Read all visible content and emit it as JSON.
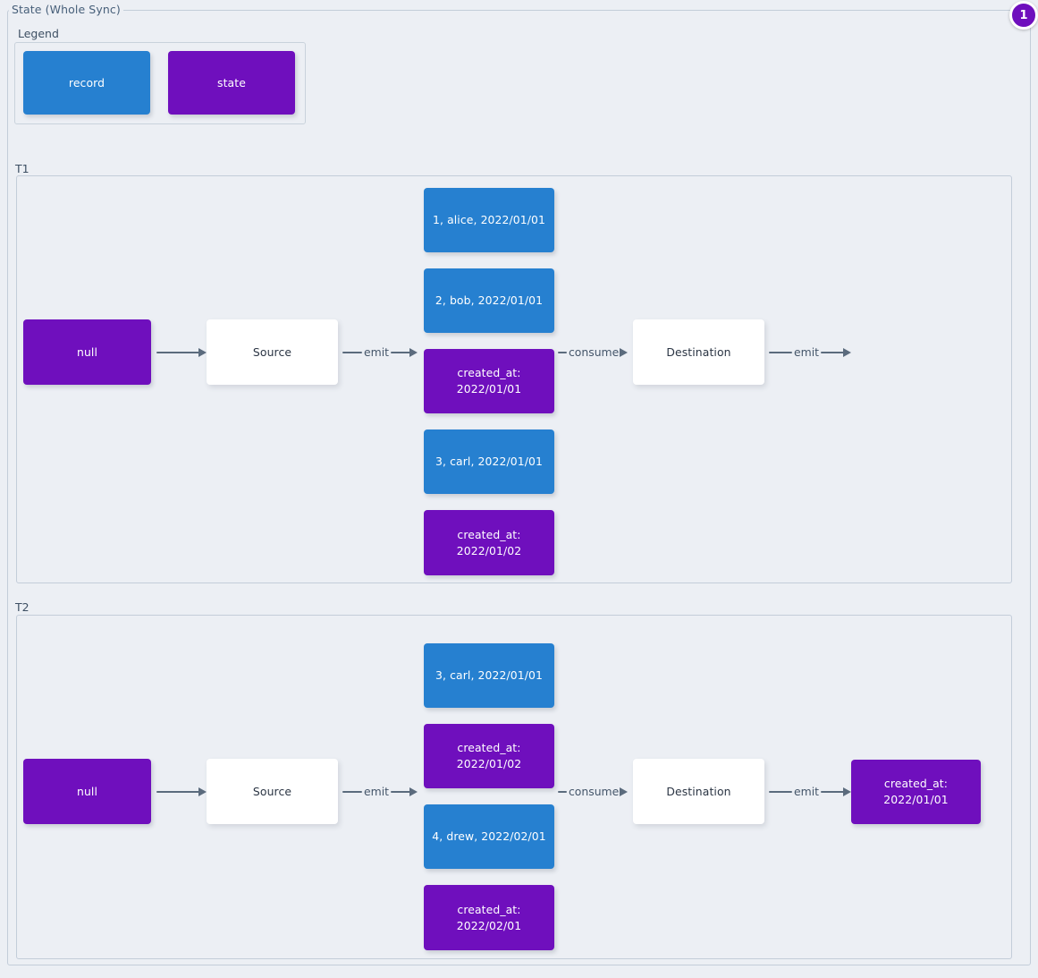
{
  "frame": {
    "title": "State (Whole Sync)"
  },
  "badge": {
    "value": "1",
    "color": "#6f0fbd"
  },
  "legend": {
    "title": "Legend",
    "items": [
      {
        "label": "record",
        "kind": "record",
        "color": "#2680d0"
      },
      {
        "label": "state",
        "kind": "state",
        "color": "#6f0fbd"
      }
    ]
  },
  "sections": [
    {
      "title": "T1",
      "nodes": {
        "state_in": "null",
        "source": "Source",
        "destination": "Destination",
        "stack": [
          {
            "label": "1, alice, 2022/01/01",
            "kind": "record"
          },
          {
            "label": "2, bob, 2022/01/01",
            "kind": "record"
          },
          {
            "label": "created_at:\n2022/01/01",
            "kind": "state"
          },
          {
            "label": "3, carl, 2022/01/01",
            "kind": "record"
          },
          {
            "label": "created_at:\n2022/01/02",
            "kind": "state"
          }
        ],
        "state_out": null
      },
      "arrows": {
        "to_source": "",
        "source_emit": "emit",
        "consume": "consume",
        "dest_emit": "emit"
      }
    },
    {
      "title": "T2",
      "nodes": {
        "state_in": "null",
        "source": "Source",
        "destination": "Destination",
        "stack": [
          {
            "label": "3, carl, 2022/01/01",
            "kind": "record"
          },
          {
            "label": "created_at:\n2022/01/02",
            "kind": "state"
          },
          {
            "label": "4, drew, 2022/02/01",
            "kind": "record"
          },
          {
            "label": "created_at:\n2022/02/01",
            "kind": "state"
          }
        ],
        "state_out": "created_at:\n2022/01/01"
      },
      "arrows": {
        "to_source": "",
        "source_emit": "emit",
        "consume": "consume",
        "dest_emit": "emit"
      }
    }
  ]
}
